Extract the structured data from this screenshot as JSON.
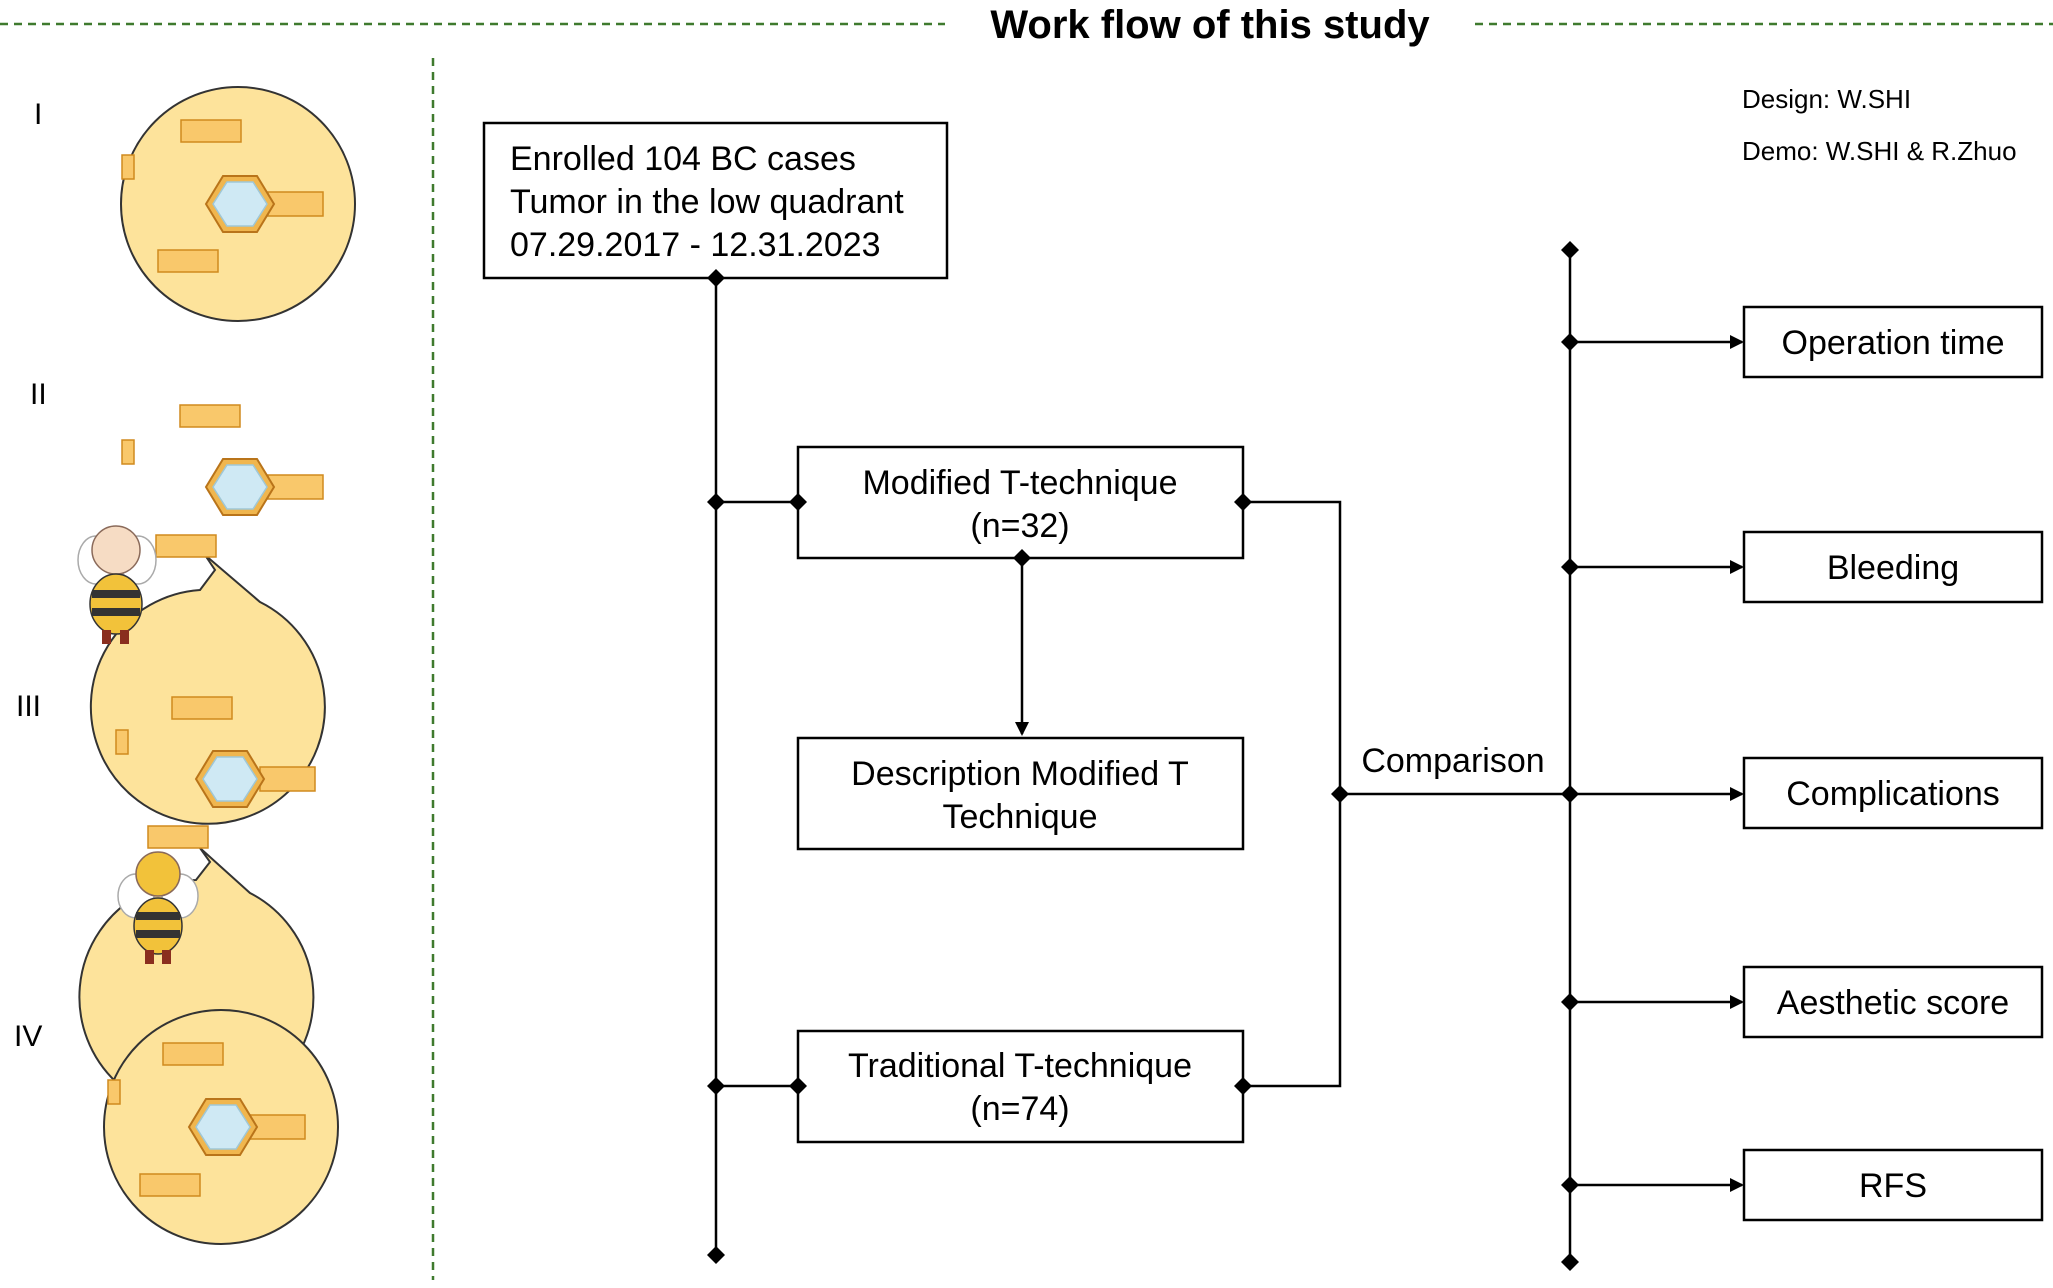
{
  "title": "Work flow of this study",
  "credits": {
    "design": "Design: W.SHI",
    "demo": "Demo: W.SHI & R.Zhuo"
  },
  "panels": [
    {
      "label": "I"
    },
    {
      "label": "II"
    },
    {
      "label": "III"
    },
    {
      "label": "IV"
    }
  ],
  "enrolled": {
    "line1": "Enrolled 104 BC cases",
    "line2": "Tumor in the low quadrant",
    "line3": "07.29.2017 - 12.31.2023"
  },
  "modified": {
    "line1": "Modified T-technique",
    "line2": "(n=32)"
  },
  "description": {
    "line1": "Description Modified T",
    "line2": "Technique"
  },
  "traditional": {
    "line1": "Traditional T-technique",
    "line2": "(n=74)"
  },
  "comparison_label": "Comparison",
  "outcomes": [
    "Operation time",
    "Bleeding",
    "Complications",
    "Aesthetic score",
    "RFS"
  ],
  "colors": {
    "divider": "#3f7a2e",
    "breast": "#fde39b",
    "pad": "#f9c86b"
  }
}
